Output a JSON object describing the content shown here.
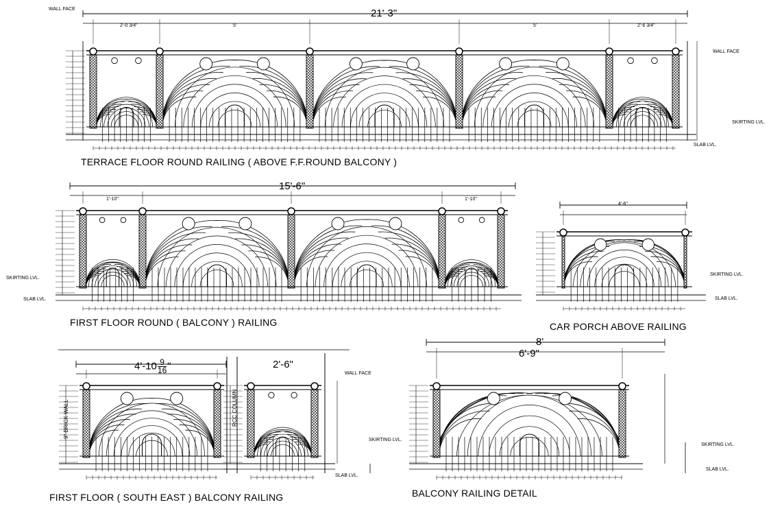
{
  "panels": {
    "terrace": {
      "title": "TERRACE FLOOR ROUND RAILING ( ABOVE F.F.ROUND BALCONY )",
      "overall_dim": "21'-3\"",
      "top_dims": [
        "2'-0 3/4\"",
        "5'",
        "5'",
        "2'-6 3/4\""
      ],
      "wall_face_left": "WALL FACE",
      "wall_face_right": "WALL FACE",
      "skirting": "SKIRTING LVL.",
      "slab": "SLAB LVL."
    },
    "first_round": {
      "title": "FIRST FLOOR  ROUND ( BALCONY ) RAILING",
      "overall_dim": "15'-6\"",
      "top_dims": [
        "1'-10\"",
        "1'-10\""
      ],
      "skirting": "SKIRTING LVL.",
      "slab": "SLAB LVL."
    },
    "car_porch": {
      "title": "CAR PORCH ABOVE RAILING",
      "top_dim": "4'-6\"",
      "skirting": "SKIRTING LVL.",
      "slab": "SLAB LVL."
    },
    "south_east": {
      "title": "FIRST FLOOR ( SOUTH EAST ) BALCONY  RAILING",
      "dim_left": "4'-10",
      "dim_left_num": "9",
      "dim_left_den": "16",
      "dim_left_unit": "\"",
      "dim_right": "2'-6\"",
      "brick_wall": "9\" BRICK WALL",
      "rcc_column": "RCC COLUMN",
      "wall_face": "WALL FACE",
      "skirting": "SKIRTING LVL.",
      "slab": "SLAB LVL."
    },
    "balcony_detail": {
      "title": "BALCONY  RAILING DETAIL",
      "overall_dim": "8'",
      "inner_dim": "6'-9\"",
      "skirting": "SKIRTING LVL.",
      "slab": "SLAB LVL."
    }
  },
  "colors": {
    "ink": "#000000",
    "paper": "#ffffff"
  }
}
